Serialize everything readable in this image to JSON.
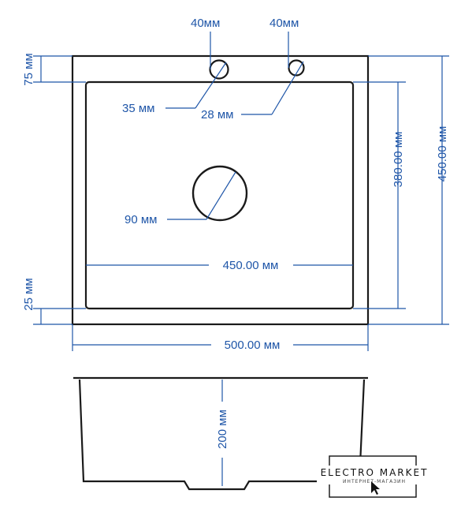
{
  "drawing": {
    "top_view": {
      "hole_left_dim": "40мм",
      "hole_right_dim": "40мм",
      "rim_top_dim": "75 мм",
      "hole_left_diameter": "35 мм",
      "hole_right_diameter": "28 мм",
      "drain_diameter": "90 мм",
      "bowl_width": "450.00 мм",
      "bowl_height": "380.00 мм",
      "total_height": "450.00 мм",
      "total_width": "500.00 мм",
      "rim_bottom_dim": "25 мм"
    },
    "side_view": {
      "depth": "200 мм"
    },
    "colors": {
      "dimension": "#1f56a8",
      "outline": "#1a1a1a"
    }
  },
  "logo": {
    "title": "ELECTRO MARKET",
    "subtitle": "ИНТЕРНЕТ-МАГАЗИН"
  }
}
